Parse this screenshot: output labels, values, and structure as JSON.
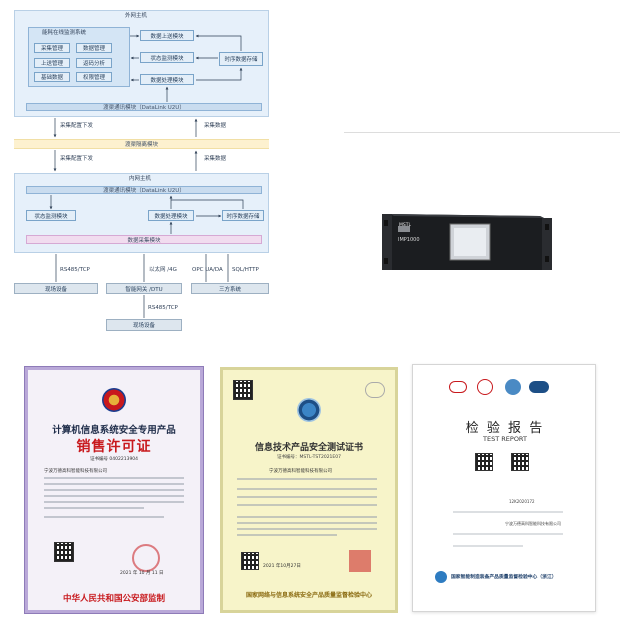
{
  "diagram": {
    "outer_host": {
      "title": "外网主机",
      "system": "能耗在线监测系统",
      "modules": [
        "采集管理",
        "数据管理",
        "上送管理",
        "返码分析",
        "基础数据",
        "权限管理"
      ],
      "upload": "数据上送模块",
      "status": "状态监测模块",
      "processing": "数据处理模块",
      "timeseries": "时序数据存储",
      "comm": "渡渠通讯模块（DataLink U2U）"
    },
    "arrows_top": {
      "down": "采集配置下发",
      "up": "采集数据"
    },
    "isolation": "渡渠隔离模块",
    "arrows_mid": {
      "down": "采集配置下发",
      "up": "采集数据"
    },
    "inner_host": {
      "title": "内网主机",
      "comm": "渡渠通讯模块（DataLink U2U）",
      "status": "状态监测模块",
      "processing": "数据处理模块",
      "timeseries": "时序数据存储",
      "collect": "数据采集模块"
    },
    "protocols": [
      "RS485/TCP",
      "以太网 /4G",
      "OPC UA/DA",
      "SQL/HTTP"
    ],
    "bottom_boxes": [
      "现场设备",
      "智能网关 /DTU",
      "三方系统"
    ],
    "bottom_protocol": "RS485/TCP",
    "bottom_device": "现场设备"
  },
  "device": {
    "brand": "MSTL",
    "model": "IMP1000"
  },
  "certificates": [
    {
      "title": "计算机信息系统安全专用产品",
      "subtitle": "销售许可证",
      "number": "证书编号 0402213904",
      "company": "宁波万德高科智能科技有限公司",
      "date": "2021 年 10 月 11 日",
      "issuer": "中华人民共和国公安部监制"
    },
    {
      "title": "信息技术产品安全测试证书",
      "number": "证书编号：MSTL-TST2021E07",
      "company": "宁波万德高科智能科技有限公司",
      "date": "2021 年10月27日",
      "issuer": "国家网络与信息系统安全产品质量监督检验中心"
    },
    {
      "title": "检 验 报 告",
      "subtitle": "TEST REPORT",
      "number": "12K2020172",
      "company": "宁波万德高科智能科技有限公司",
      "issuer": "国家智能制造装备产品质量监督检验中心（浙江）"
    }
  ],
  "colors": {
    "panel": "#e6f0fa",
    "band": "#fdf1cf",
    "collect": "#f1dcef",
    "red": "#c8191d"
  }
}
